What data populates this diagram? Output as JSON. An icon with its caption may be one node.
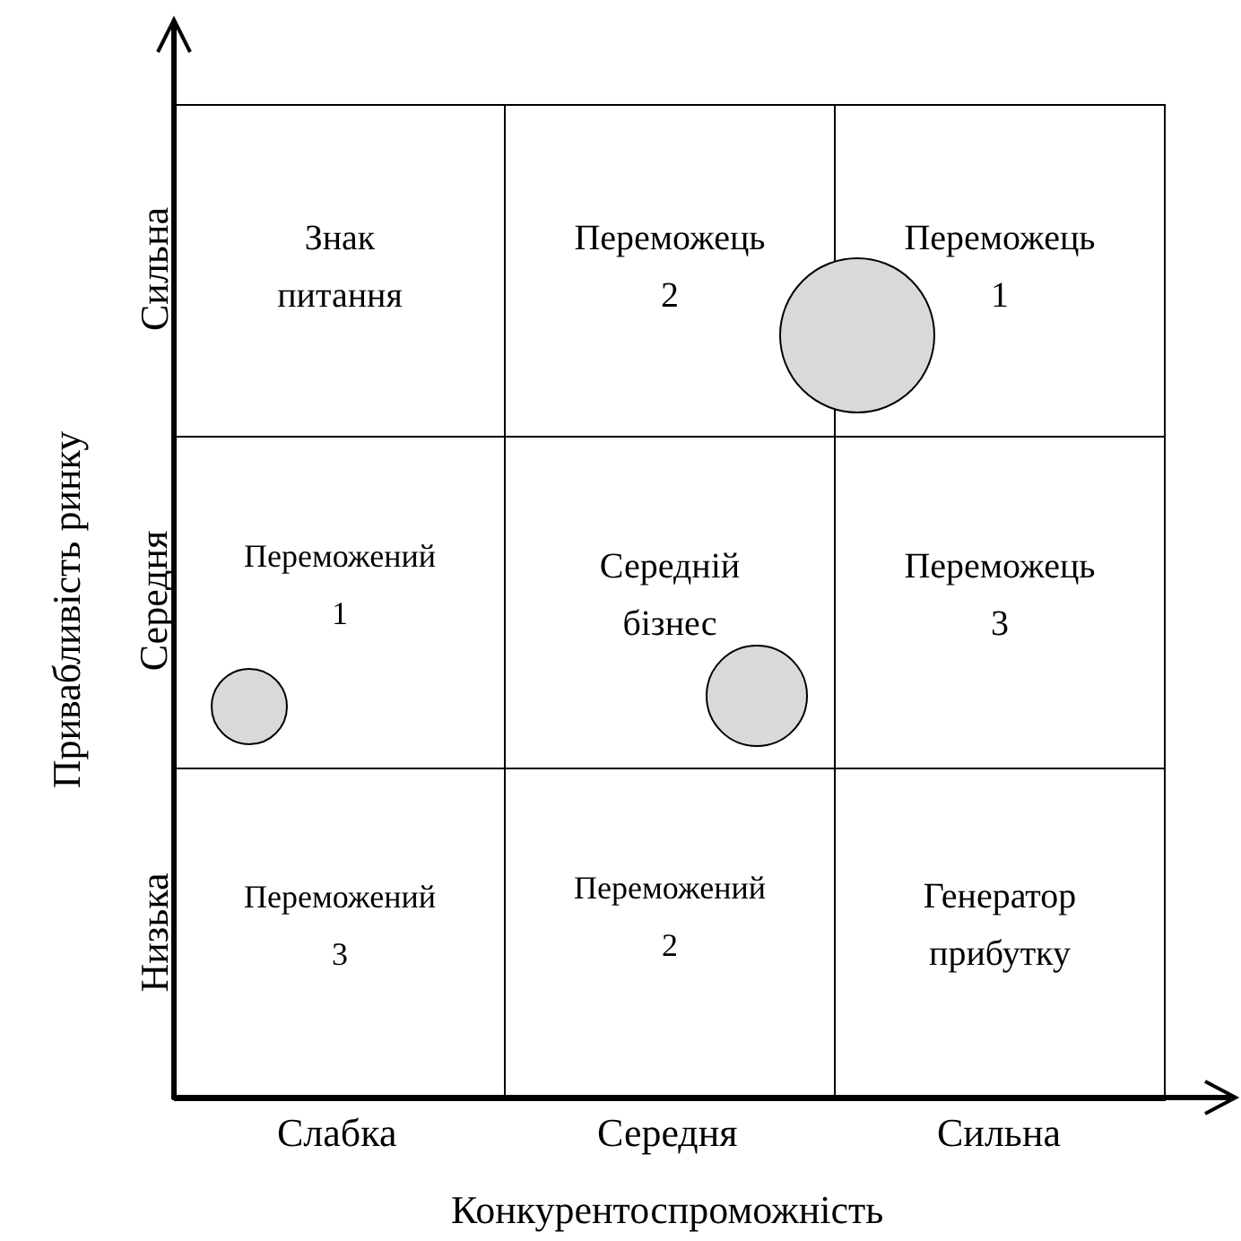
{
  "diagram": {
    "nodes": [
      {
        "text": [
          "Знак питання"
        ]
      },
      {
        "text": [
          "Переможець 2"
        ]
      },
      {
        "text": [
          "Переможець 1"
        ]
      },
      {
        "text": [
          "Переможений 1"
        ]
      },
      {
        "text": [
          "Середній бізнес"
        ]
      },
      {
        "text": [
          "Переможець 3"
        ]
      },
      {
        "text": [
          "Переможений 3"
        ]
      },
      {
        "text": [
          "Переможений 2"
        ]
      },
      {
        "text": [
          "Генератор прибутку"
        ]
      },
      {
        "text": [],
        "shape": "circle",
        "in": 3
      },
      {
        "text": [],
        "shape": "circle",
        "in": 4
      },
      {
        "text": [],
        "shape": "circle"
      }
    ],
    "edges": [],
    "labels": [
      "Привабливість ринку",
      "Сильна",
      "Середня",
      "Низька",
      "Слабка",
      "Середня",
      "Сильна",
      "Конкурентоспроможність"
    ]
  }
}
